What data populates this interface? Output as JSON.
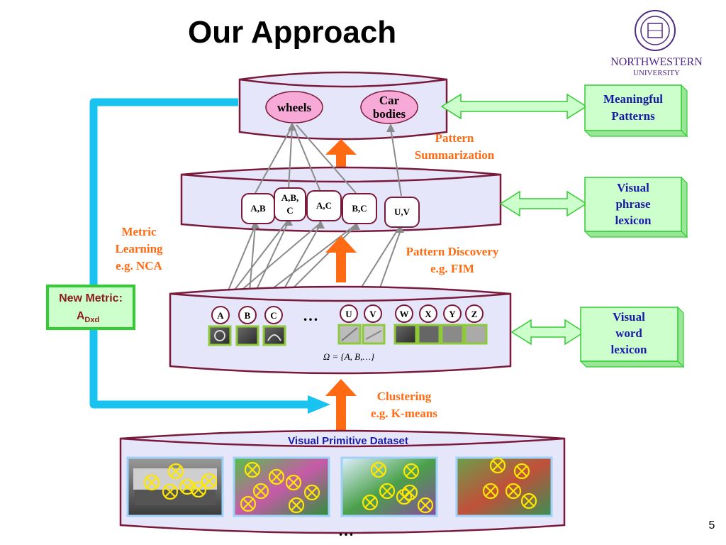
{
  "title": "Our Approach",
  "university": {
    "name": "NORTHWESTERN",
    "sub": "UNIVERSITY"
  },
  "page_number": "5",
  "layers": {
    "patterns": {
      "ellipses": [
        "wheels",
        "Car bodies"
      ]
    },
    "phrases": {
      "nodes": [
        "A,B",
        "A,B,\nC",
        "A,C",
        "B,C",
        "U,V"
      ]
    },
    "words": {
      "letters": [
        "A",
        "B",
        "C",
        "U",
        "V",
        "W",
        "X",
        "Y",
        "Z"
      ],
      "dots": "…",
      "formula": "Ω = {A, B,…}"
    },
    "dataset": {
      "label": "Visual Primitive Dataset",
      "dots": "…"
    }
  },
  "steps": {
    "summarization": [
      "Pattern",
      "Summarization"
    ],
    "discovery": [
      "Pattern Discovery",
      "e.g. FIM"
    ],
    "clustering": [
      "Clustering",
      "e.g. K-means"
    ],
    "metric": [
      "Metric",
      "Learning",
      "e.g. NCA"
    ]
  },
  "new_metric": {
    "line1": "New Metric:",
    "line2": "A",
    "sub": "Dxd"
  },
  "side_boxes": [
    {
      "lines": [
        "Meaningful",
        "Patterns"
      ]
    },
    {
      "lines": [
        "Visual",
        "phrase",
        "lexicon"
      ]
    },
    {
      "lines": [
        "Visual",
        "word",
        "lexicon"
      ]
    }
  ],
  "colors": {
    "layer_fill": "#e6e6fb",
    "layer_stroke": "#7a1a3a",
    "ellipse_fill": "#f7a9d8",
    "orange": "#ff6a13",
    "cyan": "#19c3f0",
    "green_box": "#ccffcc",
    "green_stroke": "#33cc33",
    "text_blue": "#1a1aa8",
    "purple": "#4e2a84"
  }
}
